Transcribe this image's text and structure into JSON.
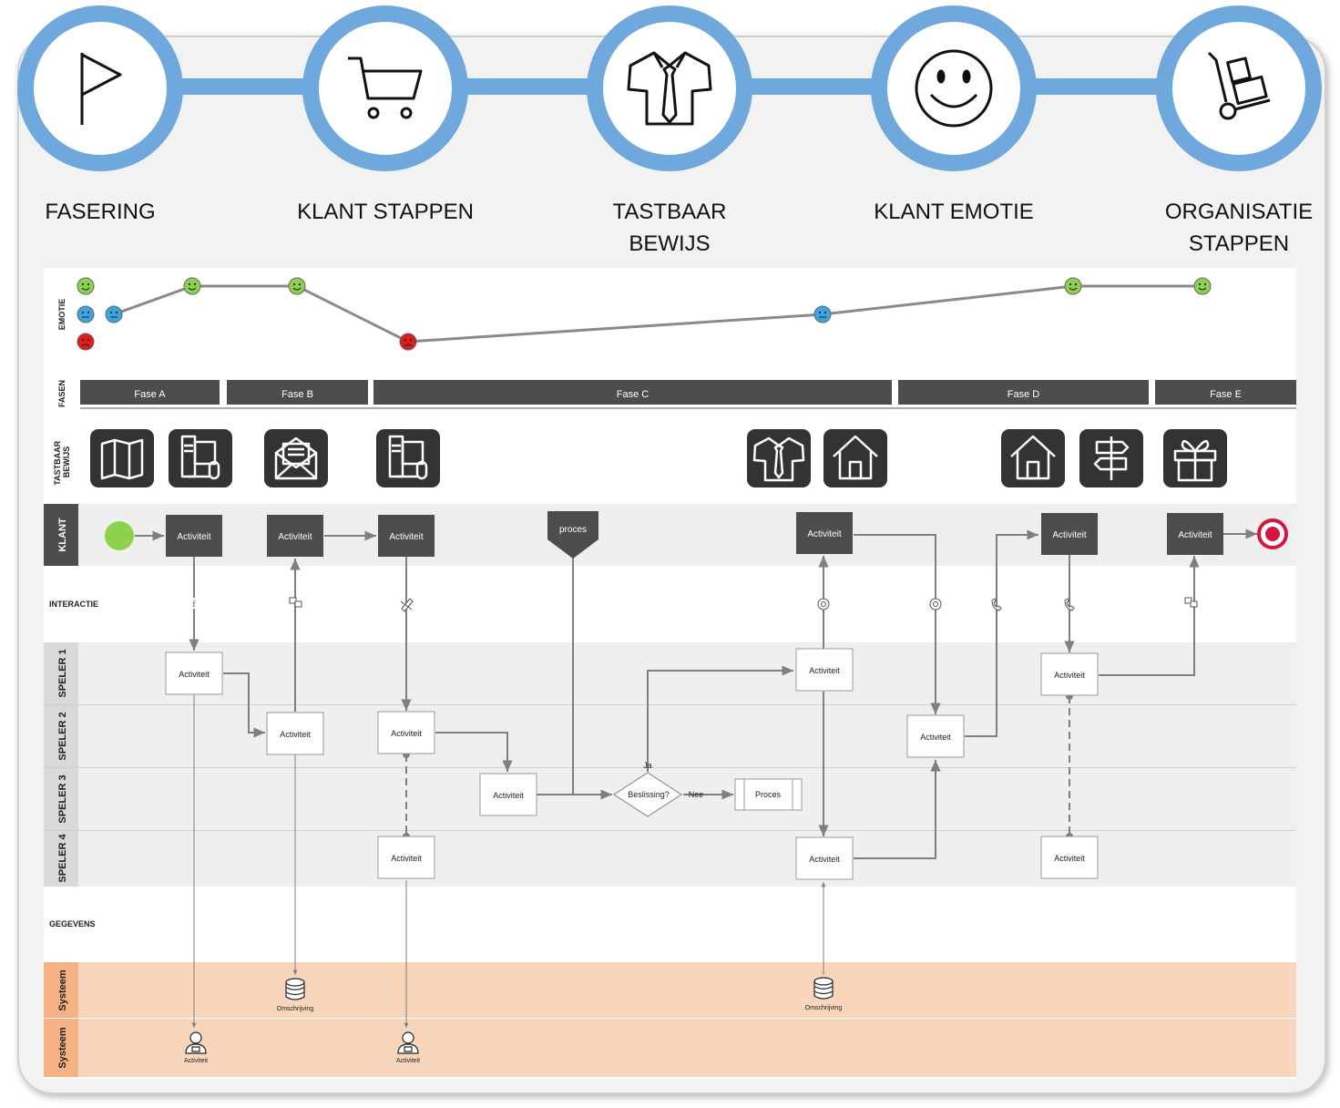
{
  "header": {
    "steps": [
      {
        "label_lines": [
          "FASERING"
        ],
        "icon": "flag-icon"
      },
      {
        "label_lines": [
          "KLANT STAPPEN"
        ],
        "icon": "shopping-cart-icon"
      },
      {
        "label_lines": [
          "TASTBAAR",
          "BEWIJS"
        ],
        "icon": "shirt-tie-icon"
      },
      {
        "label_lines": [
          "KLANT EMOTIE"
        ],
        "icon": "smiley-icon"
      },
      {
        "label_lines": [
          "ORGANISATIE",
          "STAPPEN"
        ],
        "icon": "hand-truck-icon"
      }
    ],
    "ring_color": "#6fa8dc"
  },
  "lanes": {
    "emotie": "EMOTIE",
    "fasen": "FASEN",
    "tastbaar_lines": [
      "TASTBAAR",
      "BEWIJS"
    ],
    "klant": "KLANT",
    "interactie": "INTERACTIE",
    "speler1": "SPELER 1",
    "speler2": "SPELER 2",
    "speler3": "SPELER 3",
    "speler4": "SPELER 4",
    "gegevens": "GEGEVENS",
    "systeem1": "Systeem",
    "systeem2": "Systeem"
  },
  "emotion_legend": [
    "happy",
    "neutral",
    "sad"
  ],
  "emotion_points": [
    "neutral",
    "happy",
    "happy",
    "sad",
    "neutral",
    "happy",
    "happy"
  ],
  "phases": [
    "Fase A",
    "Fase B",
    "Fase C",
    "Fase D",
    "Fase E"
  ],
  "evidence_icons": [
    "map-icon",
    "computer-icon",
    "mail-icon",
    "computer-icon",
    "shirt-icon",
    "house-icon",
    "house-icon",
    "signpost-icon",
    "gift-icon"
  ],
  "diagram": {
    "activity_label": "Activiteit",
    "process_label": "proces",
    "decision_label": "Beslissing?",
    "yes_label": "Ja",
    "no_label": "Nee",
    "subprocess_label": "Proces",
    "database_label": "Omschrijving",
    "actor_label": "Activiteit"
  },
  "colors": {
    "dark_box": "#4d4d4d",
    "lane_gray": "#eeeeee",
    "system_lane": "#f9d5bb",
    "start_green": "#8dd14f",
    "end_red": "#d6163f",
    "happy": "#8dd14f",
    "neutral": "#3aa6dd",
    "sad": "#e01b1b",
    "connector": "#7f7f7f"
  }
}
